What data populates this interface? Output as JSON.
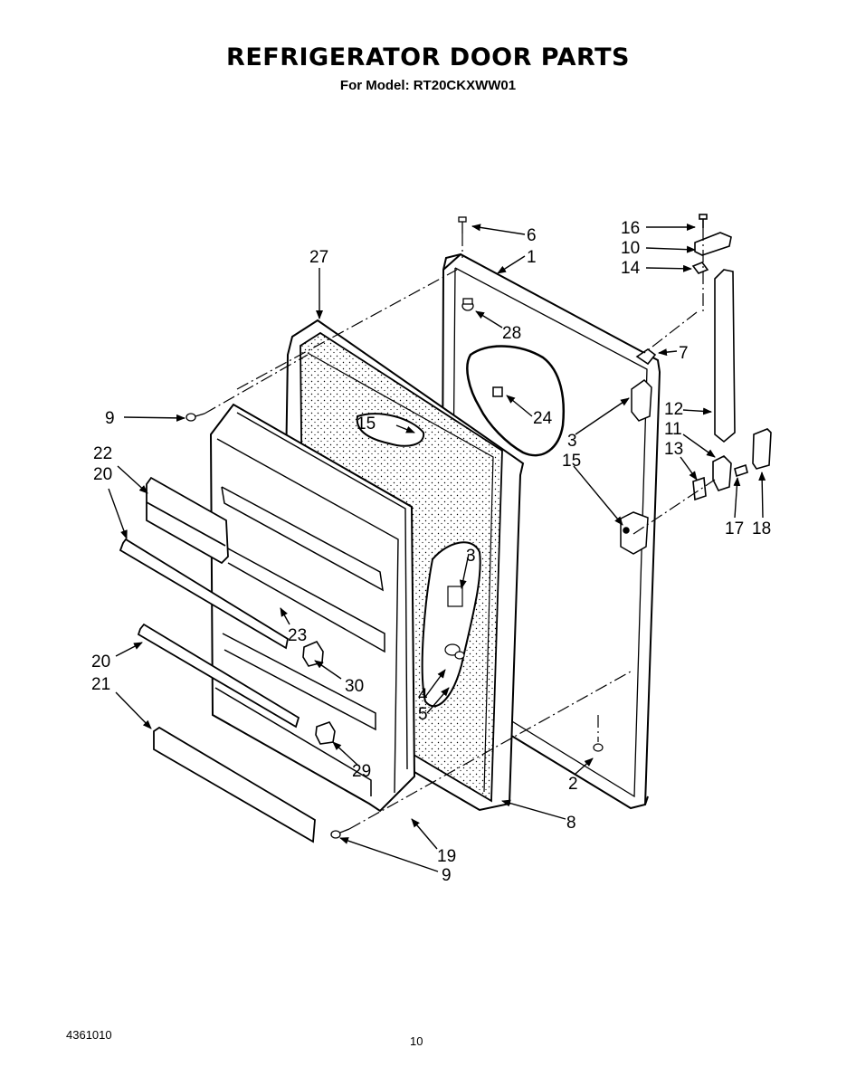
{
  "header": {
    "title": "REFRIGERATOR DOOR PARTS",
    "subtitle": "For Model: RT20CKXWW01"
  },
  "callouts": {
    "c1": "1",
    "c2": "2",
    "c3a": "3",
    "c3b": "3",
    "c4": "4",
    "c5": "5",
    "c6": "6",
    "c7": "7",
    "c8": "8",
    "c9a": "9",
    "c9b": "9",
    "c10": "10",
    "c11": "11",
    "c12": "12",
    "c13": "13",
    "c14": "14",
    "c15a": "15",
    "c15b": "15",
    "c16": "16",
    "c17": "17",
    "c18": "18",
    "c19": "19",
    "c20a": "20",
    "c20b": "20",
    "c21": "21",
    "c22": "22",
    "c23": "23",
    "c24": "24",
    "c27": "27",
    "c28": "28",
    "c29": "29",
    "c30": "30"
  },
  "footer": {
    "doc_number": "4361010",
    "page_number": "10"
  }
}
